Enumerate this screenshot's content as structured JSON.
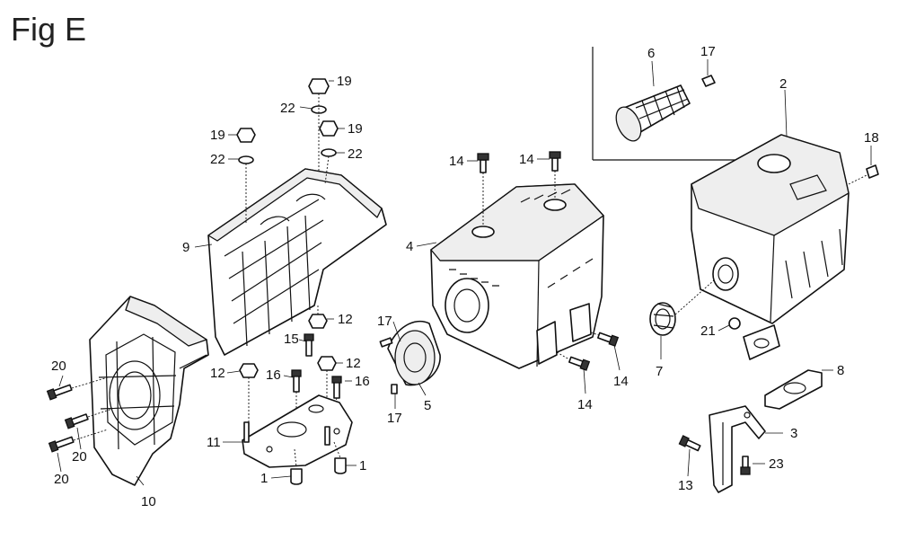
{
  "title": "Fig E",
  "callouts": [
    {
      "id": "19a",
      "text": "19"
    },
    {
      "id": "22a",
      "text": "22"
    },
    {
      "id": "19b",
      "text": "19"
    },
    {
      "id": "22b",
      "text": "22"
    },
    {
      "id": "19c",
      "text": "19"
    },
    {
      "id": "22c",
      "text": "22"
    },
    {
      "id": "9",
      "text": "9"
    },
    {
      "id": "12a",
      "text": "12"
    },
    {
      "id": "15",
      "text": "15"
    },
    {
      "id": "12b",
      "text": "12"
    },
    {
      "id": "12c",
      "text": "12"
    },
    {
      "id": "16a",
      "text": "16"
    },
    {
      "id": "16b",
      "text": "16"
    },
    {
      "id": "11",
      "text": "11"
    },
    {
      "id": "1a",
      "text": "1"
    },
    {
      "id": "1b",
      "text": "1"
    },
    {
      "id": "20a",
      "text": "20"
    },
    {
      "id": "20b",
      "text": "20"
    },
    {
      "id": "20c",
      "text": "20"
    },
    {
      "id": "10",
      "text": "10"
    },
    {
      "id": "14a",
      "text": "14"
    },
    {
      "id": "14b",
      "text": "14"
    },
    {
      "id": "4",
      "text": "4"
    },
    {
      "id": "17a",
      "text": "17"
    },
    {
      "id": "17b",
      "text": "17"
    },
    {
      "id": "5",
      "text": "5"
    },
    {
      "id": "14c",
      "text": "14"
    },
    {
      "id": "14d",
      "text": "14"
    },
    {
      "id": "6",
      "text": "6"
    },
    {
      "id": "17c",
      "text": "17"
    },
    {
      "id": "2",
      "text": "2"
    },
    {
      "id": "18",
      "text": "18"
    },
    {
      "id": "21",
      "text": "21"
    },
    {
      "id": "7",
      "text": "7"
    },
    {
      "id": "8",
      "text": "8"
    },
    {
      "id": "3",
      "text": "3"
    },
    {
      "id": "13",
      "text": "13"
    },
    {
      "id": "23",
      "text": "23"
    }
  ]
}
